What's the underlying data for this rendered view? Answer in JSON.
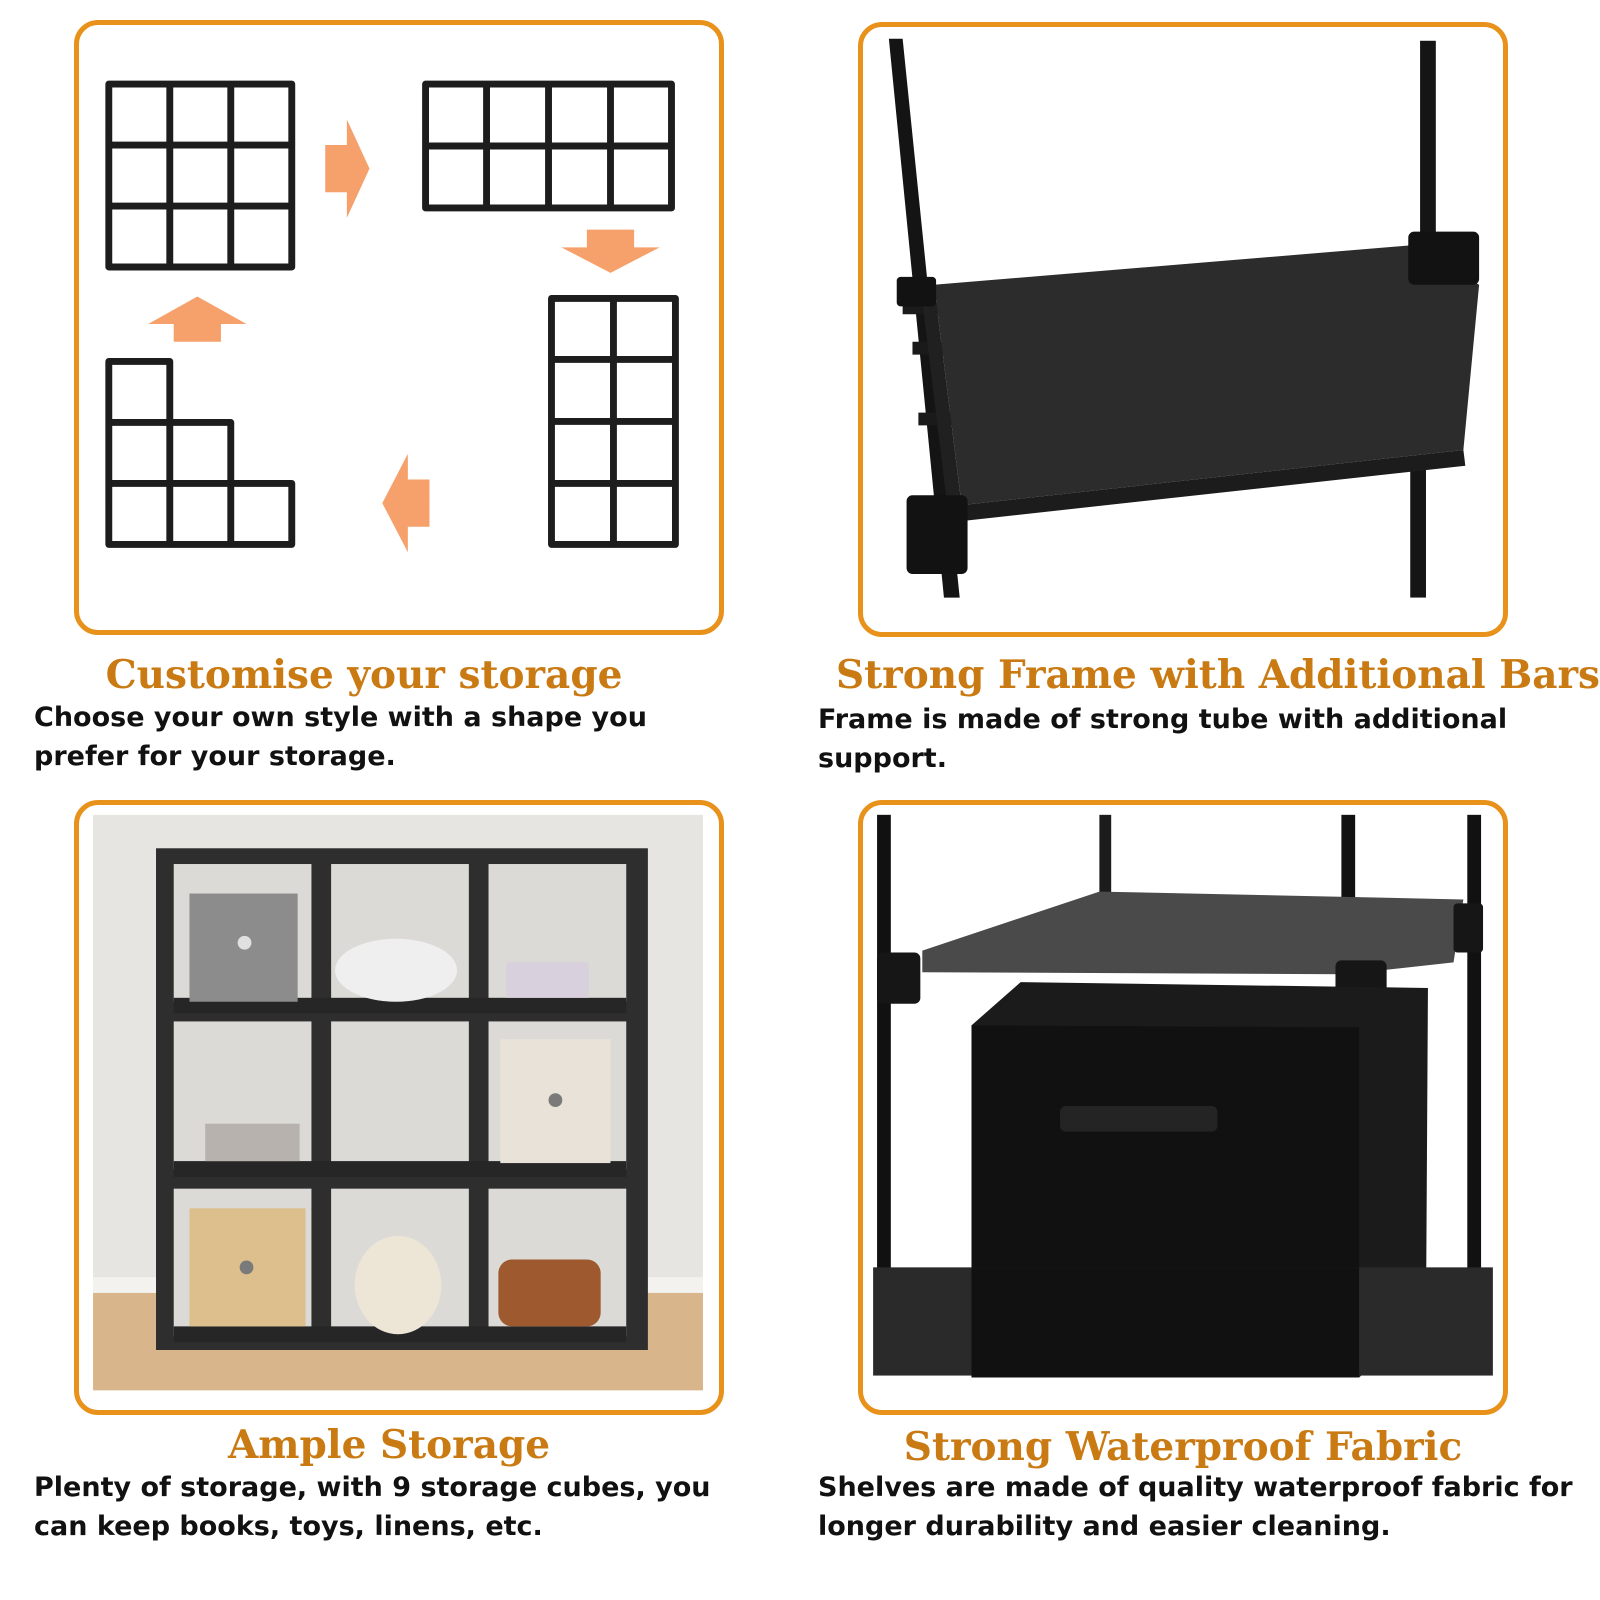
{
  "colors": {
    "panel_border": "#e8921c",
    "heading": "#c97a12",
    "arrow": "#f6a06b",
    "frame": "#1d1d1d",
    "shelf_fabric": "#2b2b2b"
  },
  "features": [
    {
      "title": "Customise your storage",
      "description": "Choose your own style with a shape you prefer for your storage."
    },
    {
      "title": "Strong Frame with Additional Bars",
      "description": "Frame is made of strong tube with additional support."
    },
    {
      "title": "Ample Storage",
      "description": "Plenty of storage, with 9 storage cubes, you can keep books, toys, linens, etc."
    },
    {
      "title": "Strong Waterproof Fabric",
      "description": "Shelves are made of quality waterproof fabric for longer durability and easier cleaning."
    }
  ],
  "icons": [
    "arrow-right-icon",
    "arrow-down-icon",
    "arrow-left-icon",
    "arrow-up-icon"
  ]
}
